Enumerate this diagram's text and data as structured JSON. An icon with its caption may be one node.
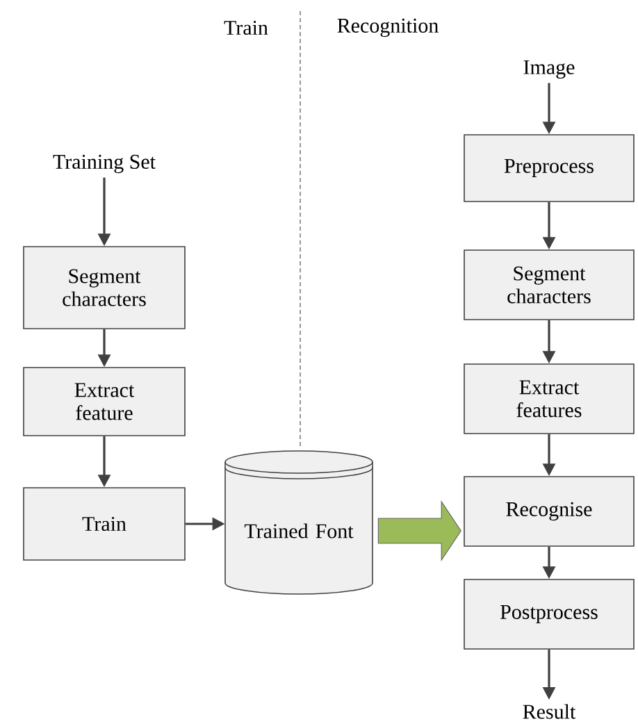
{
  "diagram": {
    "nodes": [
      {
        "text": [
          "Training Set"
        ]
      },
      {
        "text": [
          "Segment characters"
        ]
      },
      {
        "text": [
          "Extract feature"
        ]
      },
      {
        "text": [
          "Train"
        ]
      },
      {
        "text": [
          "Trained Font"
        ]
      },
      {
        "text": [
          "Image"
        ]
      },
      {
        "text": [
          "Preprocess"
        ]
      },
      {
        "text": [
          "Segment characters"
        ]
      },
      {
        "text": [
          "Extract features"
        ]
      },
      {
        "text": [
          "Recognise"
        ]
      },
      {
        "text": [
          "Postprocess"
        ]
      },
      {
        "text": [
          "Result"
        ]
      }
    ],
    "edges": [
      {
        "from": 0,
        "to": 1,
        "arrow": "to"
      },
      {
        "from": 1,
        "to": 2,
        "arrow": "to"
      },
      {
        "from": 2,
        "to": 3,
        "arrow": "to"
      },
      {
        "from": 3,
        "to": 4,
        "arrow": "to"
      },
      {
        "from": 4,
        "to": 9,
        "arrow": "to",
        "style": "thick",
        "color": "#9bbb59"
      },
      {
        "from": 5,
        "to": 6,
        "arrow": "to"
      },
      {
        "from": 6,
        "to": 7,
        "arrow": "to"
      },
      {
        "from": 7,
        "to": 8,
        "arrow": "to"
      },
      {
        "from": 8,
        "to": 9,
        "arrow": "to"
      },
      {
        "from": 9,
        "to": 10,
        "arrow": "to"
      },
      {
        "from": 10,
        "to": 11,
        "arrow": "to"
      }
    ],
    "labels": [
      "Train",
      "Recognition"
    ]
  }
}
